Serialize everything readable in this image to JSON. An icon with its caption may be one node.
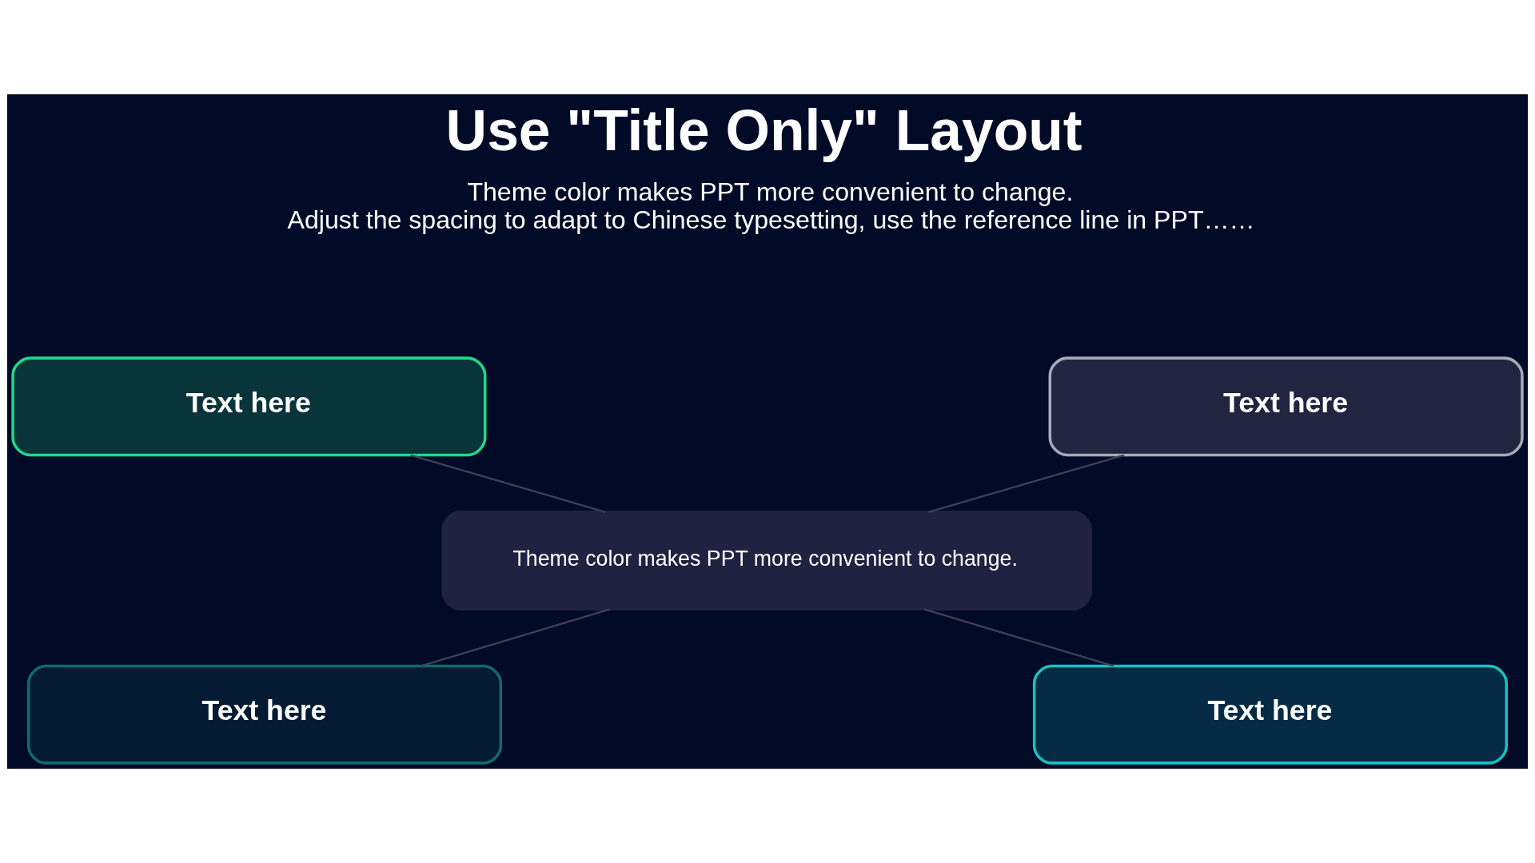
{
  "diagram": {
    "title": "Use \"Title Only\" Layout",
    "nodes": [
      {
        "text": [
          "Text here"
        ]
      },
      {
        "text": [
          "Text here"
        ]
      },
      {
        "text": [
          "Theme color makes PPT more convenient to change."
        ]
      },
      {
        "text": [
          "Text here"
        ]
      },
      {
        "text": [
          "Text here"
        ]
      }
    ],
    "edges": [
      {
        "from": 0,
        "to": 2,
        "arrow": "none"
      },
      {
        "from": 1,
        "to": 2,
        "arrow": "none"
      },
      {
        "from": 2,
        "to": 3,
        "arrow": "none"
      },
      {
        "from": 2,
        "to": 4,
        "arrow": "none"
      }
    ],
    "labels": [
      "Theme color makes PPT more convenient to change.",
      "Adjust the spacing to adapt to Chinese typesetting, use the reference line in PPT……"
    ]
  }
}
